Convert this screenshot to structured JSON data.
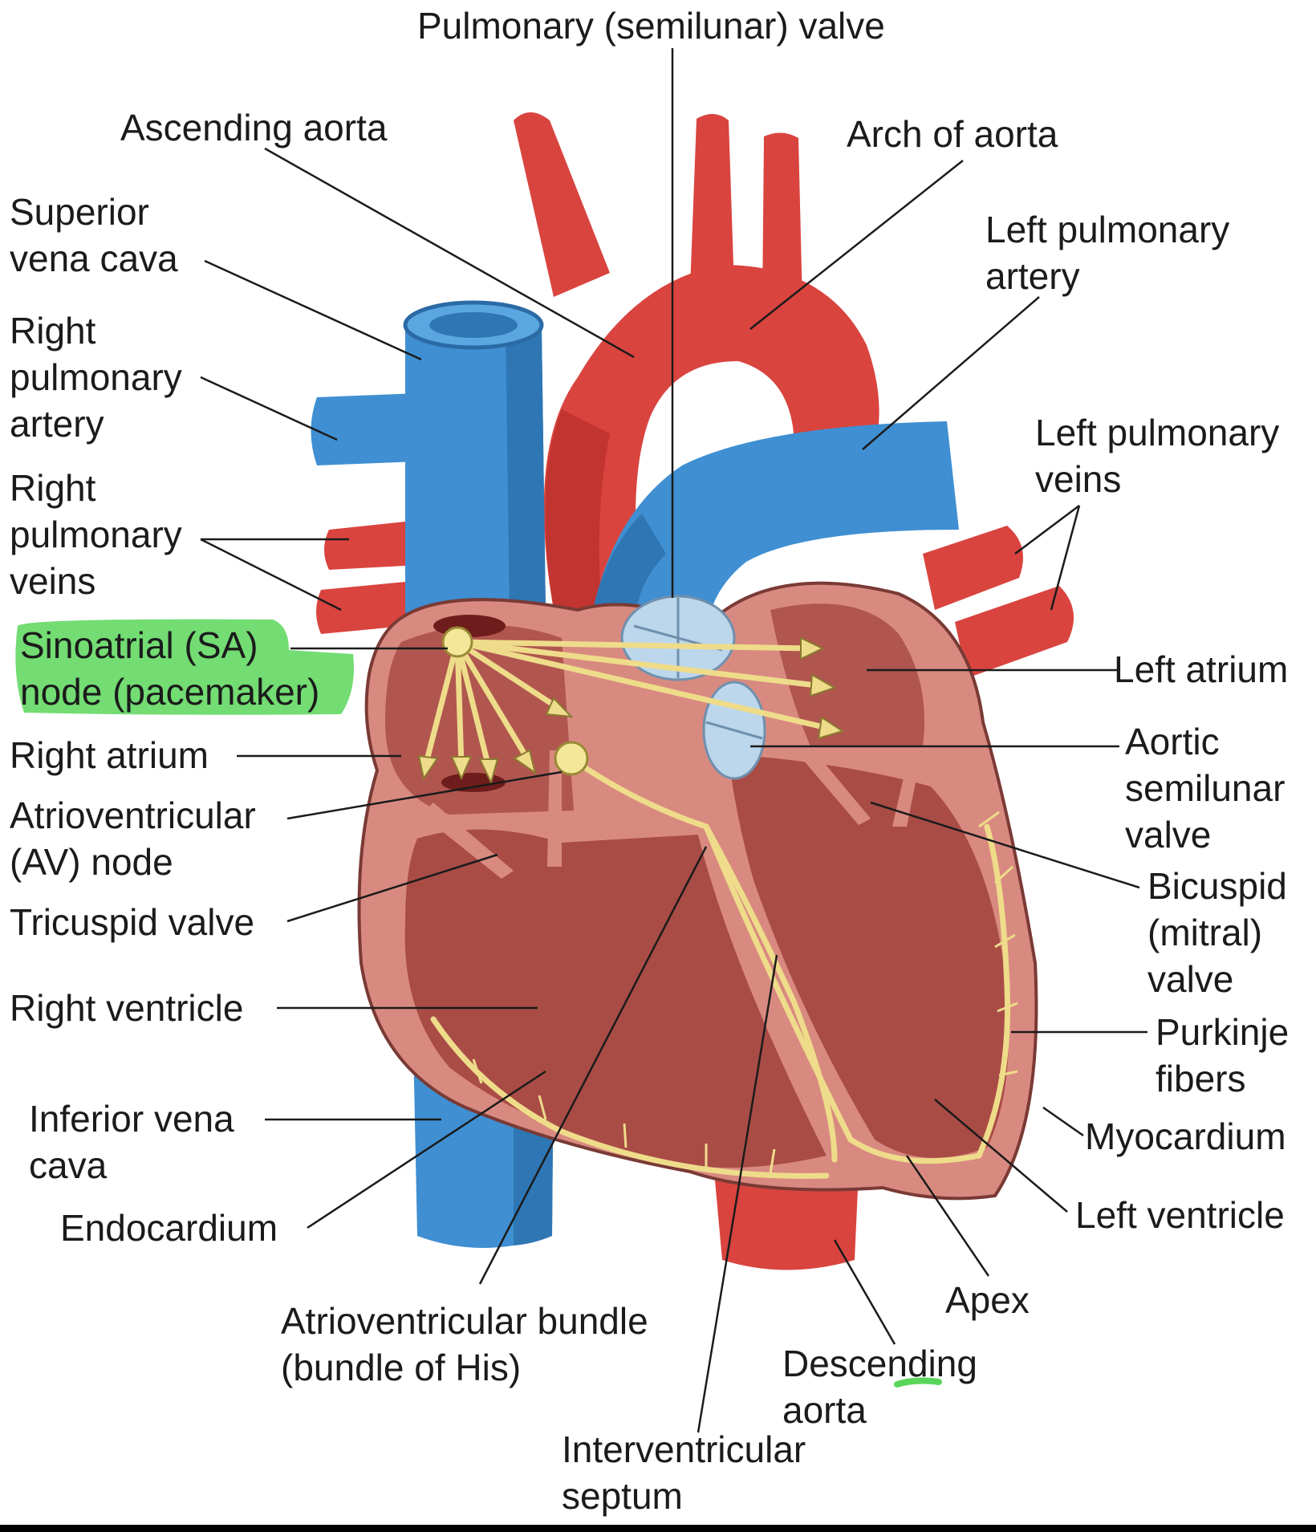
{
  "labels": {
    "pulmonary_valve": "Pulmonary (semilunar) valve",
    "ascending_aorta": "Ascending aorta",
    "arch_of_aorta": "Arch of aorta",
    "superior_vena_cava": [
      "Superior",
      "vena cava"
    ],
    "left_pulmonary_artery": [
      "Left pulmonary",
      "artery"
    ],
    "right_pulmonary_artery": [
      "Right",
      "pulmonary",
      "artery"
    ],
    "left_pulmonary_veins": [
      "Left pulmonary",
      "veins"
    ],
    "right_pulmonary_veins": [
      "Right",
      "pulmonary",
      "veins"
    ],
    "sa_node": [
      "Sinoatrial (SA)",
      "node (pacemaker)"
    ],
    "left_atrium": "Left atrium",
    "right_atrium": "Right atrium",
    "aortic_valve": [
      "Aortic",
      "semilunar",
      "valve"
    ],
    "av_node": [
      "Atrioventricular",
      "(AV) node"
    ],
    "tricuspid_valve": "Tricuspid valve",
    "bicuspid_valve": [
      "Bicuspid",
      "(mitral)",
      "valve"
    ],
    "right_ventricle": "Right ventricle",
    "purkinje_fibers": [
      "Purkinje",
      "fibers"
    ],
    "inferior_vena_cava": [
      "Inferior vena",
      "cava"
    ],
    "myocardium": "Myocardium",
    "left_ventricle": "Left ventricle",
    "endocardium": "Endocardium",
    "apex": "Apex",
    "av_bundle": [
      "Atrioventricular bundle",
      "(bundle of His)"
    ],
    "descending_aorta": [
      "Descending",
      "aorta"
    ],
    "interventricular_septum": [
      "Interventricular",
      "septum"
    ]
  },
  "colors": {
    "background": "#ffffff",
    "frame": "#000000",
    "artery_red": "#d9443f",
    "vein_blue": "#3f8fd2",
    "myocardium_pink": "#d98a80",
    "chamber_dark": "#b0564f",
    "conduction_yellow": "#eedc8a",
    "valve_light_blue": "#bcd6ec",
    "highlight_green": "#5bd65b"
  }
}
